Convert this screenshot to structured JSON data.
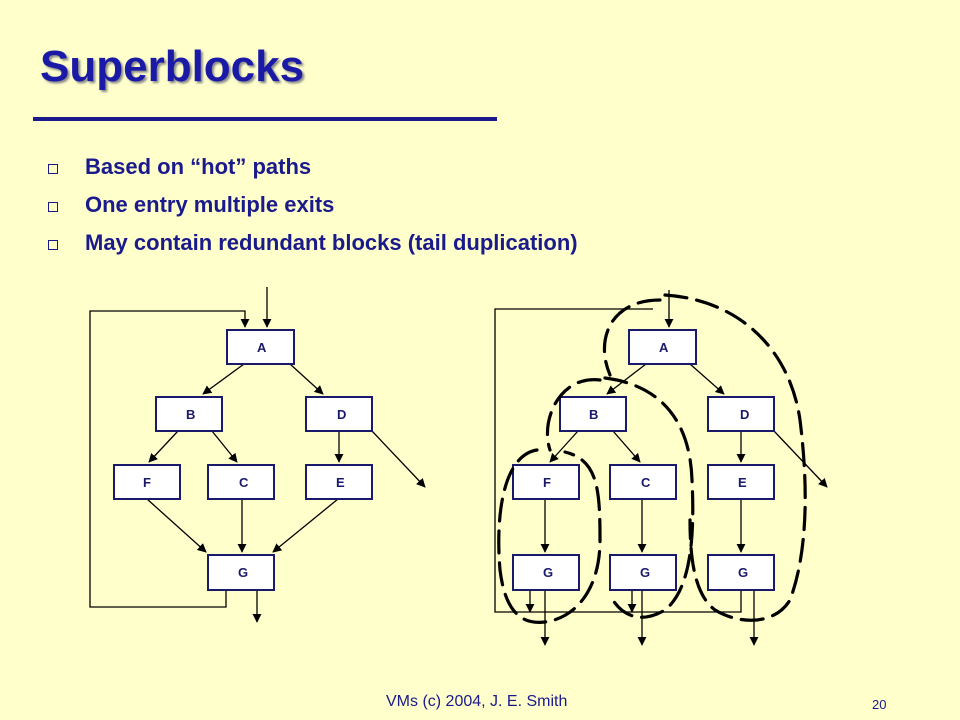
{
  "slide": {
    "title": "Superblocks",
    "bullets": [
      "Based on “hot” paths",
      "One entry multiple exits",
      "May contain redundant blocks (tail duplication)"
    ],
    "footer": "VMs (c) 2004, J. E. Smith",
    "page_number": "20"
  },
  "left_cfg": {
    "blocks": [
      "A",
      "B",
      "D",
      "F",
      "C",
      "E",
      "G"
    ]
  },
  "right_cfg": {
    "blocks": [
      "A",
      "B",
      "D",
      "F",
      "C",
      "E",
      "G",
      "G",
      "G"
    ]
  },
  "colors": {
    "background": "#FFFFCC",
    "title": "#1A1AA6",
    "text": "#1A1A8C"
  }
}
